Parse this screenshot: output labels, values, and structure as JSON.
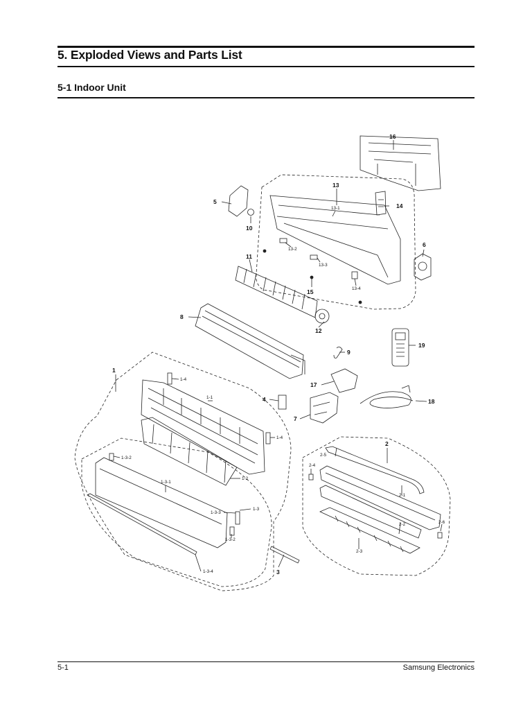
{
  "header": {
    "title": "5. Exploded Views and Parts List",
    "section": "5-1 Indoor Unit"
  },
  "footer": {
    "page": "5-1",
    "brand": "Samsung Electronics"
  },
  "callouts": {
    "c1": "1",
    "c1_1": "1-1",
    "c1_2": "1-2",
    "c1_3": "1-3",
    "c1_3_1": "1-3-1",
    "c1_3_2a": "1-3-2",
    "c1_3_2b": "1-3-2",
    "c1_3_3": "1-3-3",
    "c1_3_4": "1-3-4",
    "c1_4a": "1-4",
    "c1_4b": "1-4",
    "c2": "2",
    "c2_1": "2-1",
    "c2_2": "2-2",
    "c2_3": "2-3",
    "c2_4": "2-4",
    "c2_5": "2-5",
    "c2_6": "2-6",
    "c3": "3",
    "c4": "4",
    "c5": "5",
    "c6": "6",
    "c7": "7",
    "c8": "8",
    "c9": "9",
    "c10": "10",
    "c11": "11",
    "c12": "12",
    "c13": "13",
    "c13_1": "13-1",
    "c13_2": "13-2",
    "c13_3": "13-3",
    "c13_4": "13-4",
    "c14": "14",
    "c15": "15",
    "c16": "16",
    "c17": "17",
    "c18": "18",
    "c19": "19"
  }
}
